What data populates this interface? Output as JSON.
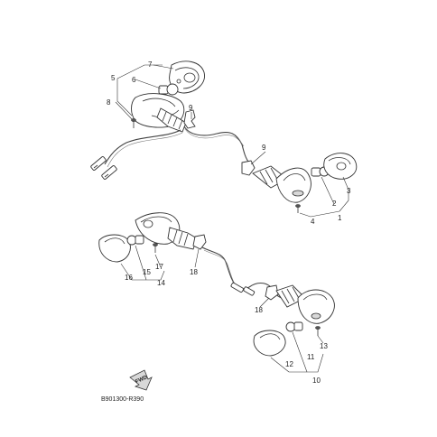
{
  "diagram_code": "B901300-R390",
  "fwd_label": "FWD",
  "callouts": {
    "c1": "1",
    "c2": "2",
    "c3": "3",
    "c4": "4",
    "c5": "5",
    "c6": "6",
    "c7": "7",
    "c8": "8",
    "c9a": "9",
    "c9b": "9",
    "c10": "10",
    "c11": "11",
    "c12": "12",
    "c13": "13",
    "c14": "14",
    "c15": "15",
    "c16": "16",
    "c17": "17",
    "c18a": "18",
    "c18b": "18"
  }
}
